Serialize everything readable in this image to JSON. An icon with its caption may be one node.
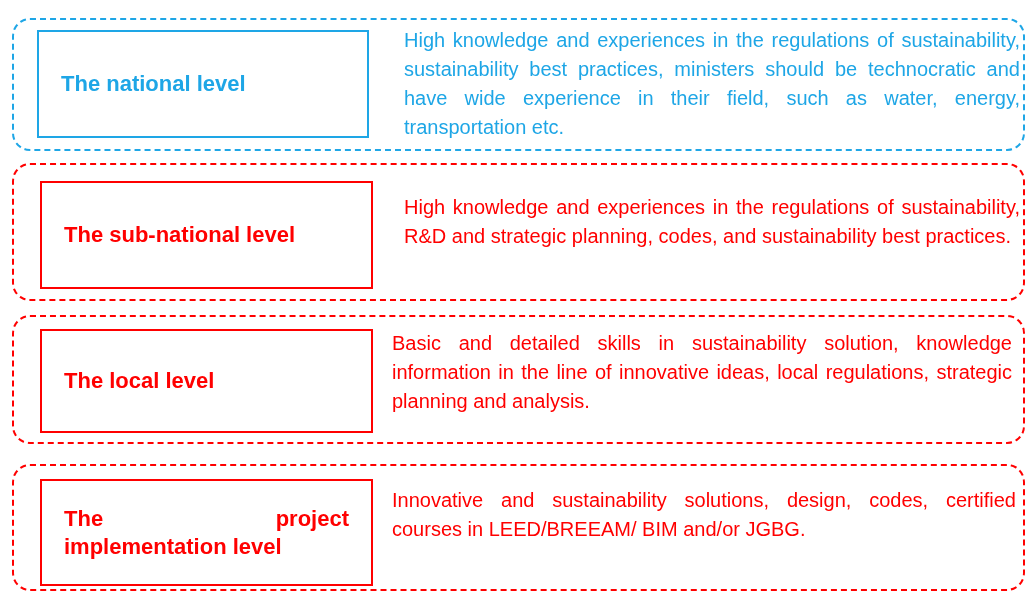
{
  "diagram": {
    "nodes": [
      {
        "text": [
          "High knowledge and experiences in the regulations of sustainability, sustainability best practices, ministers should be technocratic and have wide experience in their field, such as water, energy, transportation etc."
        ]
      },
      {
        "text": [
          "The national level"
        ],
        "in": 0
      },
      {
        "text": [
          "High knowledge and experiences in the regulations of sustainability, R&D and strategic planning, codes, and sustainability best practices."
        ]
      },
      {
        "text": [
          "The sub-national level"
        ],
        "in": 2
      },
      {
        "text": [
          "Basic and detailed skills in sustainability solution, knowledge information in the line of innovative ideas, local regulations, strategic planning and analysis."
        ]
      },
      {
        "text": [
          "The local level"
        ],
        "in": 4
      },
      {
        "text": [
          "Innovative and sustainability solutions, design, codes, certified courses in LEED/BREEAM/ BIM and/or JGBG."
        ]
      },
      {
        "text": [
          "The project implementation level"
        ],
        "in": 6
      }
    ]
  }
}
